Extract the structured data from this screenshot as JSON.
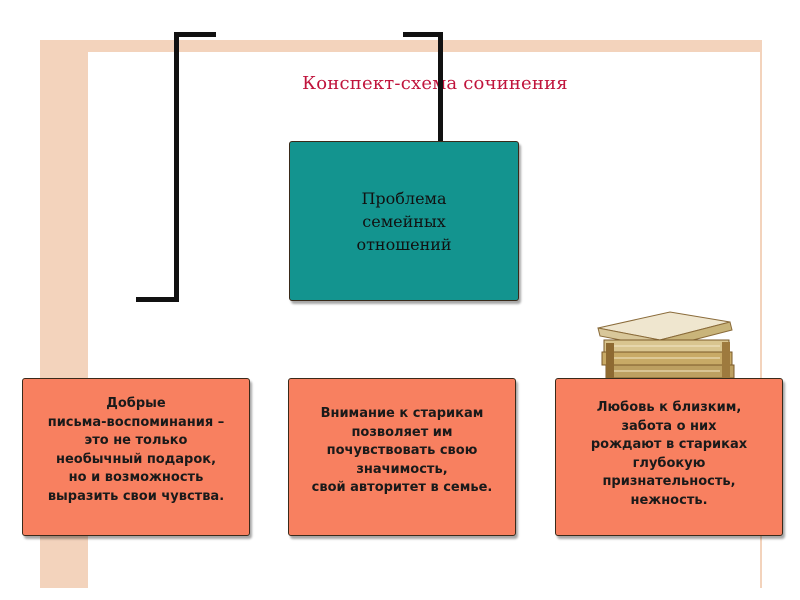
{
  "title": "Конспект-схема сочинения",
  "center": {
    "text": "Проблема\nсемейных\nотношений"
  },
  "boxes": [
    {
      "text": "Добрые\nписьма-воспоминания –\nэто  не только\nнеобычный подарок,\nно и возможность\nвыразить свои чувства."
    },
    {
      "text": "Внимание к старикам\nпозволяет им\nпочувствовать свою\nзначимость,\n свой авторитет в семье."
    },
    {
      "text": "Любовь к близким,\nзабота о них\nрождают в стариках\nглубокую\nпризнательность,\nнежность."
    }
  ],
  "colors": {
    "title": "#c0143c",
    "center_fill": "#13948f",
    "box_fill": "#f88060",
    "frame": "#f3d3bc"
  },
  "icons": {
    "books": "stack-of-books-icon"
  }
}
